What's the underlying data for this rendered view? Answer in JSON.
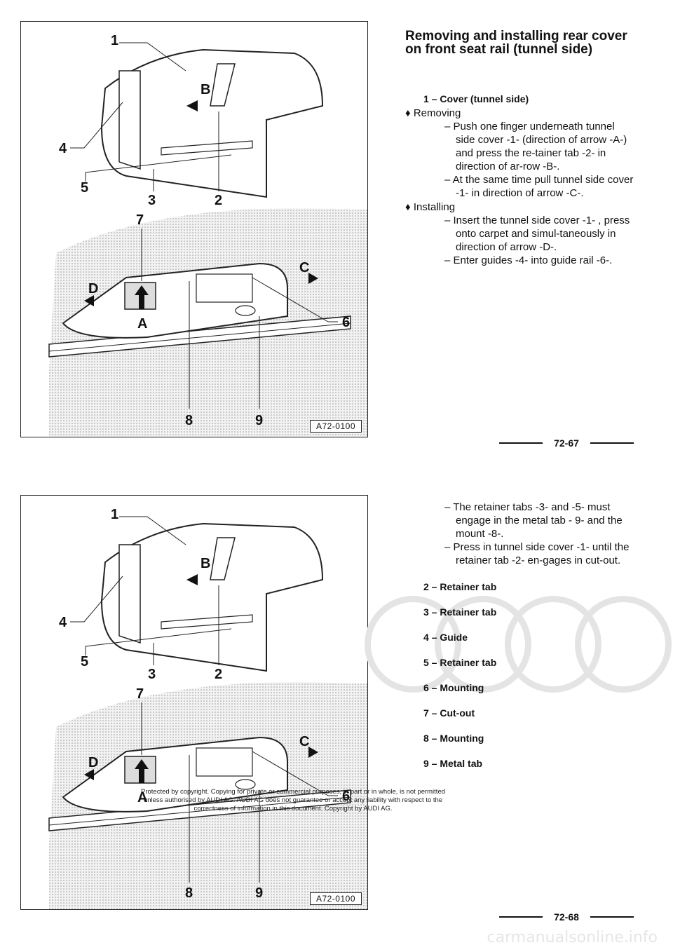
{
  "page1": {
    "title": "Removing and installing rear cover on front seat rail (tunnel side)",
    "item1_head": "1 – Cover (tunnel side)",
    "removing_label": "Removing",
    "removing_steps": [
      "– Push one finger underneath tunnel side cover -1- (direction of arrow -A-) and press the re-tainer tab -2- in direction of ar-row -B-.",
      "– At the same time pull tunnel side cover -1- in direction of arrow -C-."
    ],
    "installing_label": "Installing",
    "installing_steps": [
      "– Insert the tunnel side cover -1- , press onto carpet and simul-taneously in direction of arrow -D-.",
      "– Enter guides -4- into guide rail -6-."
    ],
    "page_number": "72-67"
  },
  "page2": {
    "steps": [
      "– The retainer tabs -3- and -5- must engage in the metal tab - 9- and the mount -8-.",
      "– Press in tunnel side cover -1- until the retainer tab -2- en-gages in cut-out."
    ],
    "items": [
      "2 – Retainer tab",
      "3 – Retainer tab",
      "4 – Guide",
      "5 – Retainer tab",
      "6 – Mounting",
      "7 – Cut-out",
      "8 – Mounting",
      "9 – Metal tab"
    ],
    "page_number": "72-68",
    "copyright": "Protected by copyright. Copying for private or commercial purposes, in part or in whole, is not permitted unless authorised by AUDI AG. AUDI AG does not guarantee or accept any liability with respect to the correctness of information in this document. Copyright by AUDI AG."
  },
  "figure": {
    "code": "A72-0100",
    "callouts": {
      "c1": "1",
      "c2": "2",
      "c3": "3",
      "c4": "4",
      "c5": "5",
      "c6": "6",
      "c7": "7",
      "c8": "8",
      "c9": "9",
      "a": "A",
      "b": "B",
      "c": "C",
      "d": "D"
    }
  },
  "site": "carmanualsonline.info"
}
